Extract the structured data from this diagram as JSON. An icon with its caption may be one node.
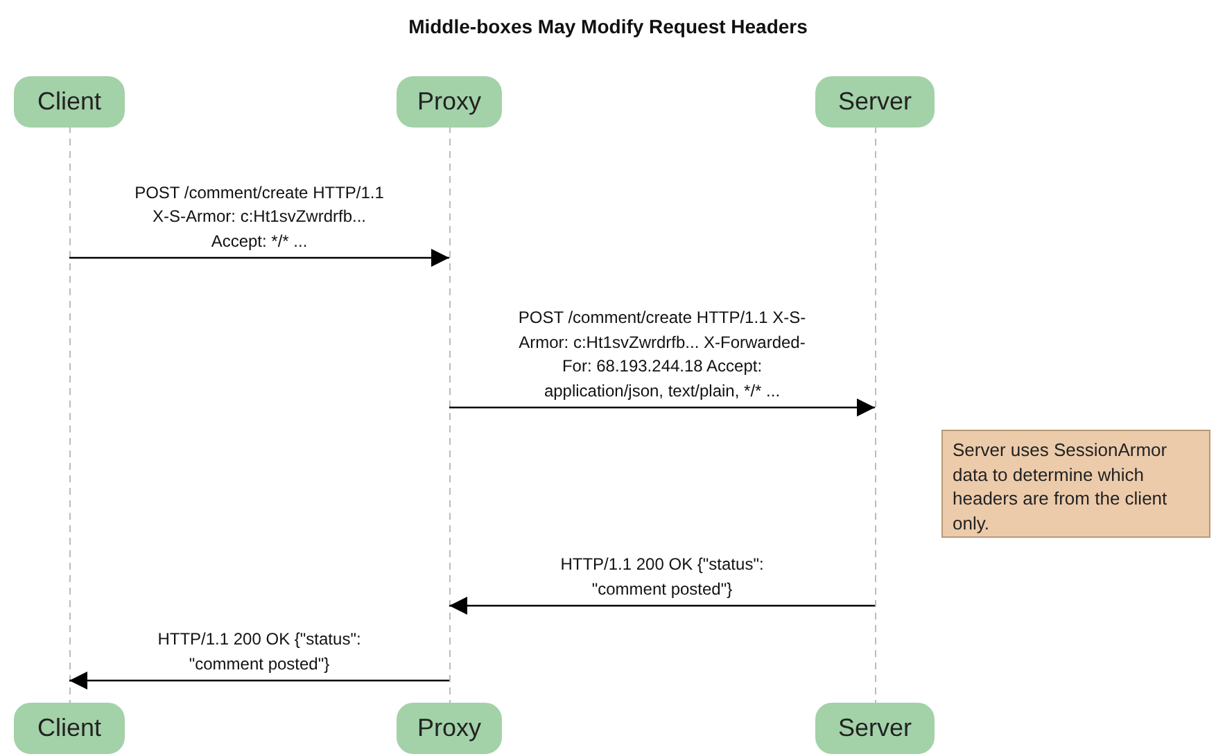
{
  "diagram": {
    "title": "Middle-boxes May Modify Request Headers",
    "nodes": [
      {
        "text": [
          "Client",
          "Client"
        ]
      },
      {
        "text": [
          "Proxy",
          "Proxy"
        ]
      },
      {
        "text": [
          "Server",
          "Server"
        ]
      },
      {
        "text": [
          "Server uses SessionArmor data to determine which headers are from the client only."
        ]
      }
    ],
    "edges": [
      {
        "from": 0,
        "to": 1,
        "arrow": "to",
        "label": "POST /comment/create HTTP/1.1 X-S-Armor: c:Ht1svZwrdrfb... Accept: */* ..."
      },
      {
        "from": 1,
        "to": 2,
        "arrow": "to",
        "label": "POST /comment/create HTTP/1.1 X-S-Armor: c:Ht1svZwrdrfb... X-Forwarded-For: 68.193.244.18 Accept: application/json, text/plain, */* ..."
      },
      {
        "from": 2,
        "to": 1,
        "arrow": "to",
        "label": "HTTP/1.1 200 OK {\"status\": \"comment posted\"}"
      },
      {
        "from": 1,
        "to": 0,
        "arrow": "to",
        "label": "HTTP/1.1 200 OK {\"status\": \"comment posted\"}"
      }
    ]
  }
}
